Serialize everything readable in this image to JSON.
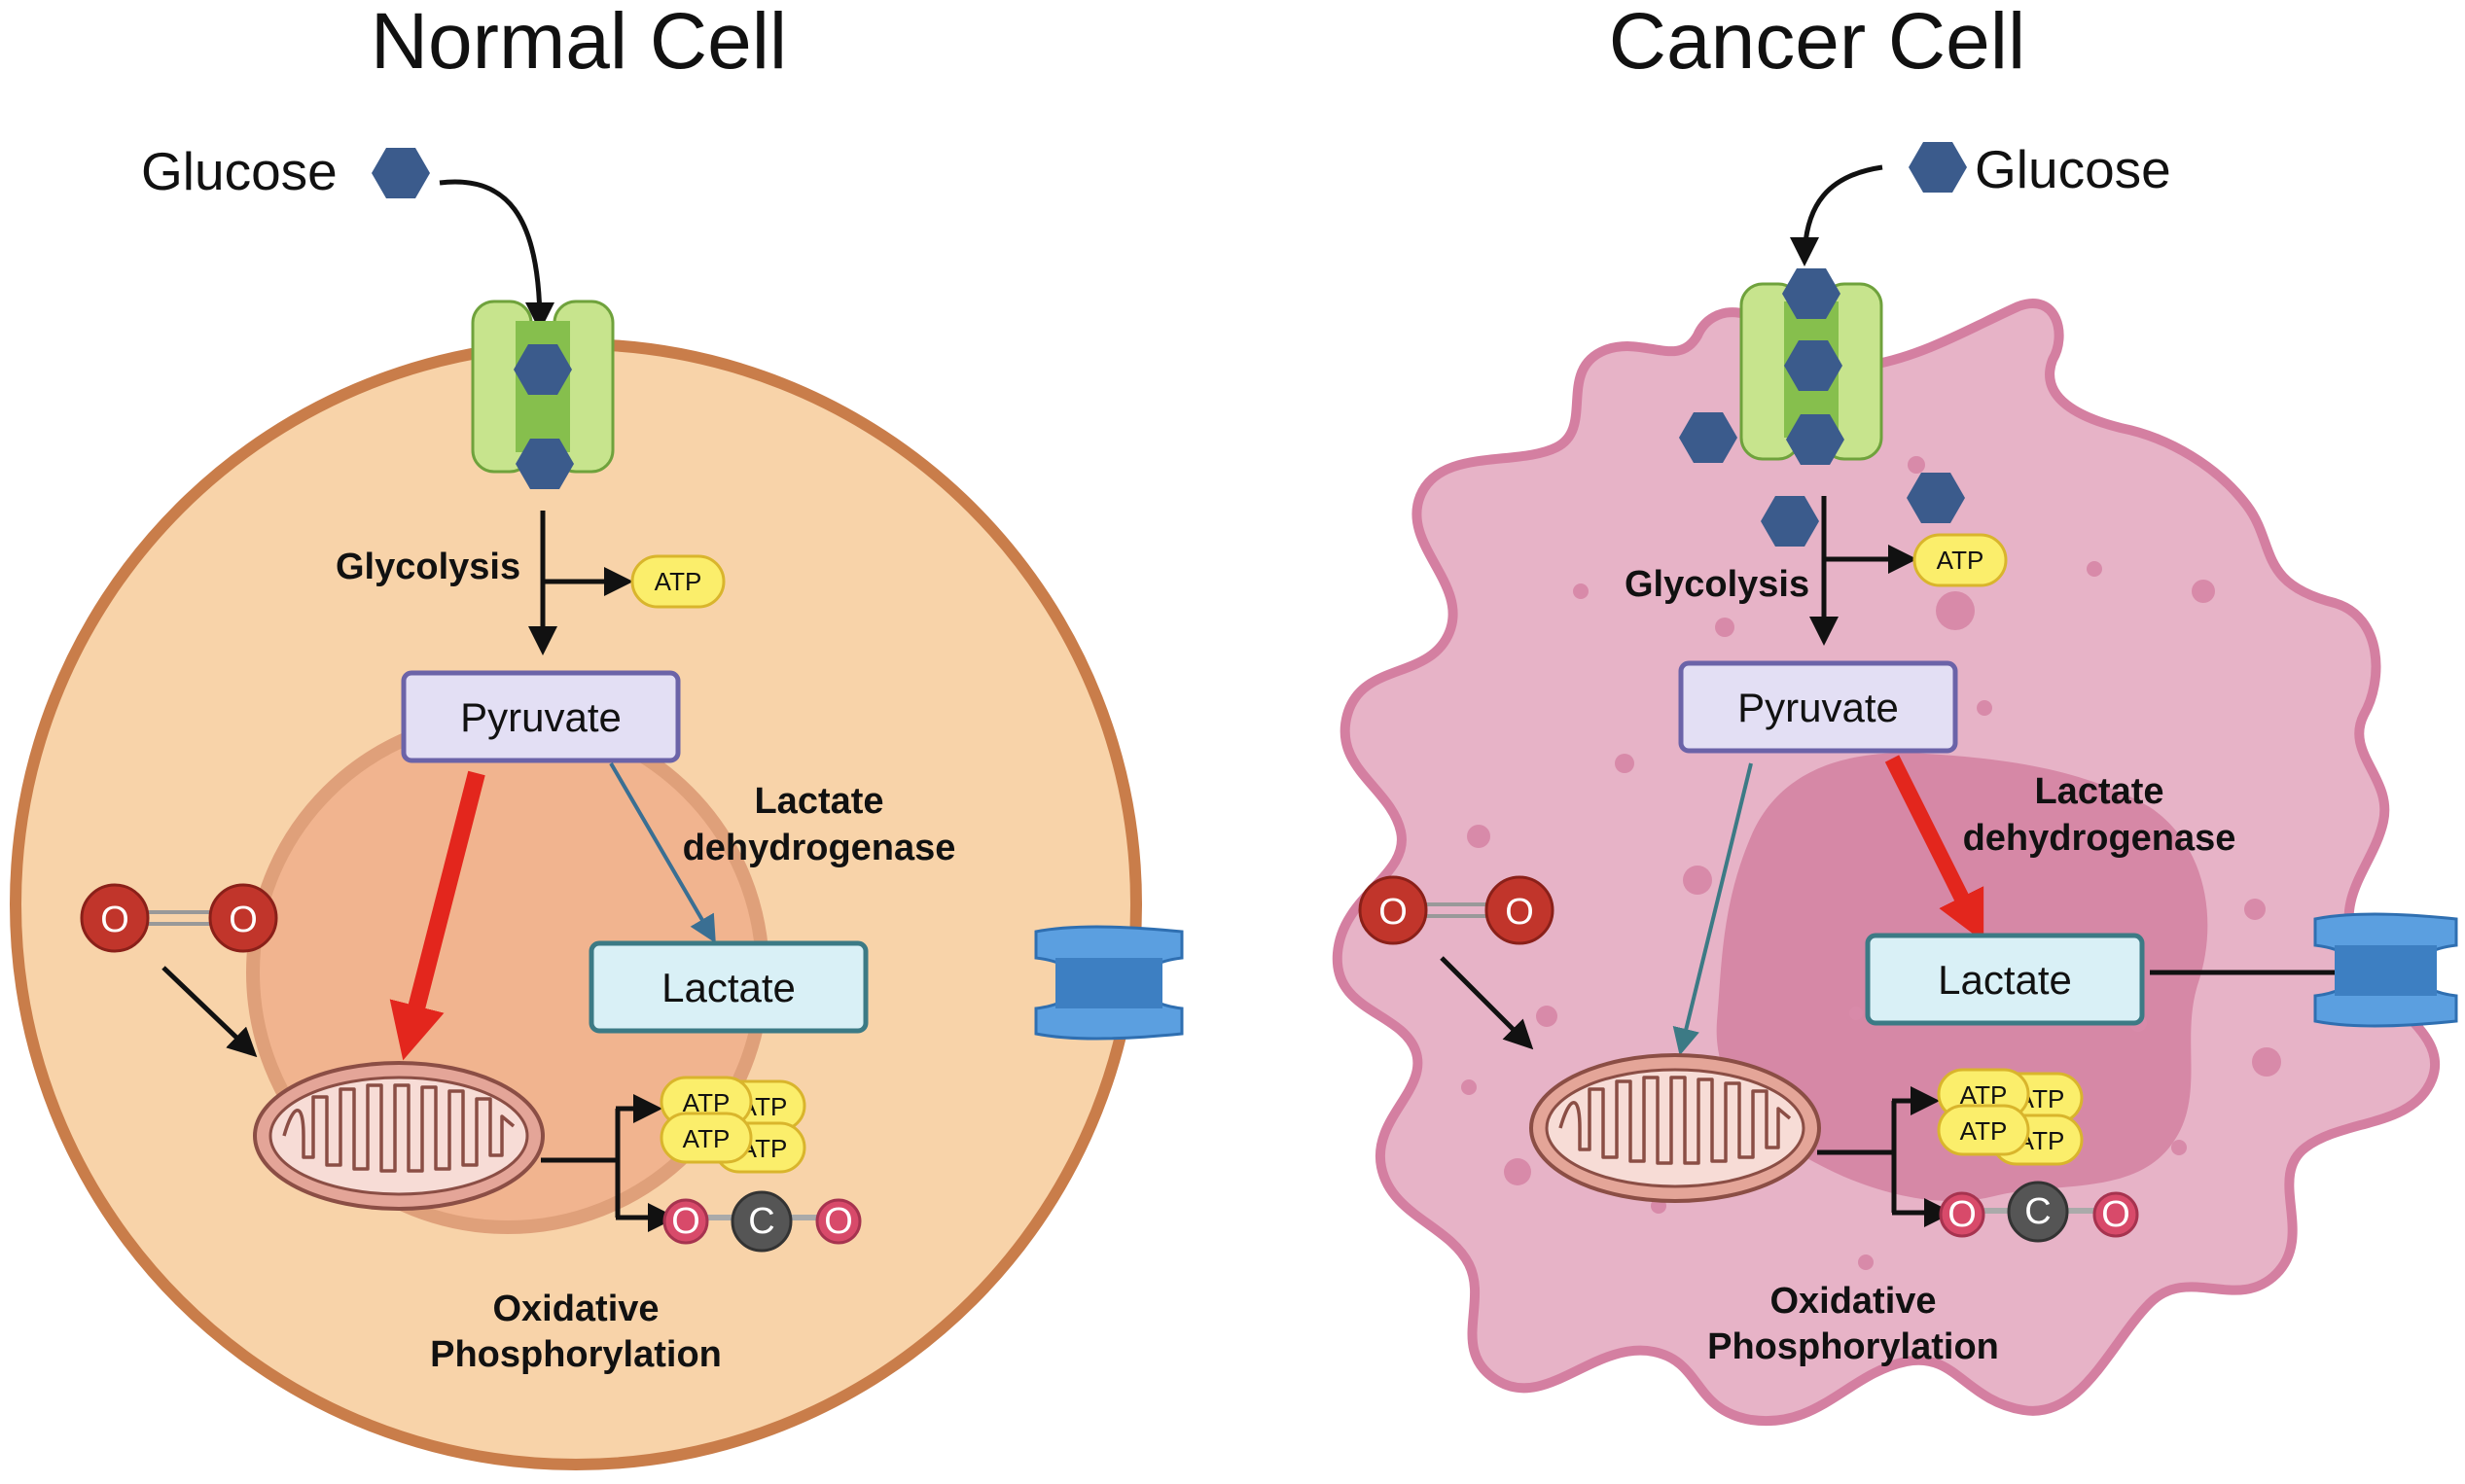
{
  "colors": {
    "normal_cell_fill": "#f8d3a9",
    "normal_cell_border": "#c97d4a",
    "normal_nucleus_fill": "#f1b48f",
    "normal_nucleus_border": "#dfa07a",
    "cancer_cell_fill": "#e7b3c7",
    "cancer_cell_border": "#d47fa1",
    "cancer_nucleus_fill": "#d688a6",
    "glucose": "#3b5b8c",
    "transporter": "#c7e48d",
    "transporter_border": "#6fa23c",
    "pyruvate_box": "#e3dff4",
    "pyruvate_border": "#6b63a8",
    "lactate_box": "#d9f0f6",
    "lactate_border": "#3c7a85",
    "atp": "#fbee6b",
    "atp_border": "#d9b52c",
    "red_arrow": "#e3261d",
    "blue_arrow": "#3a6f93",
    "oxygen": "#c1352b",
    "carbon": "#555555",
    "mct_channel": "#5b9fe0"
  },
  "normal": {
    "title": "Normal Cell",
    "glucose": "Glucose",
    "glycolysis": "Glycolysis",
    "atp": "ATP",
    "pyruvate": "Pyruvate",
    "ldh_line1": "Lactate",
    "ldh_line2": "dehydrogenase",
    "lactate": "Lactate",
    "oxygen": "O",
    "carbon": "C",
    "atp_stack": [
      "ATP",
      "ATP",
      "ATP",
      "ATP"
    ],
    "oxphos_line1": "Oxidative",
    "oxphos_line2": "Phosphorylation"
  },
  "cancer": {
    "title": "Cancer Cell",
    "glucose": "Glucose",
    "glycolysis": "Glycolysis",
    "atp": "ATP",
    "pyruvate": "Pyruvate",
    "ldh_line1": "Lactate",
    "ldh_line2": "dehydrogenase",
    "lactate": "Lactate",
    "oxygen": "O",
    "carbon": "C",
    "atp_stack": [
      "ATP",
      "ATP",
      "ATP",
      "ATP"
    ],
    "oxphos_line1": "Oxidative",
    "oxphos_line2": "Phosphorylation"
  }
}
